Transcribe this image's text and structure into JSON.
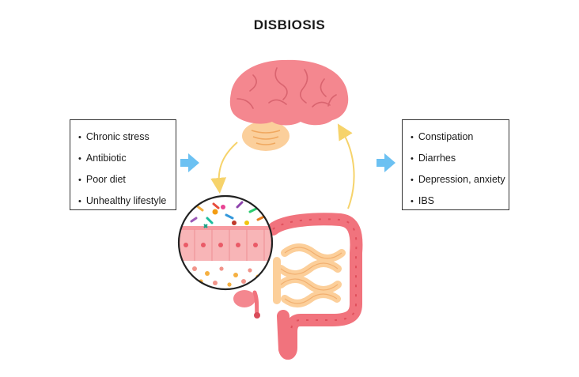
{
  "title": "DISBIOSIS",
  "causes": {
    "items": [
      "Chronic stress",
      "Antibiotic",
      "Poor diet",
      "Unhealthy lifestyle"
    ]
  },
  "effects": {
    "items": [
      "Constipation",
      "Diarrhes",
      "Depression, anxiety",
      "IBS"
    ]
  },
  "colors": {
    "arrow_blue": "#6cc1f2",
    "cycle_arrow": "#f6d36b",
    "brain": "#f4878f",
    "cerebellum": "#fbcf9b",
    "intestine_small": "#fccf9a",
    "colon": "#f1737d"
  }
}
